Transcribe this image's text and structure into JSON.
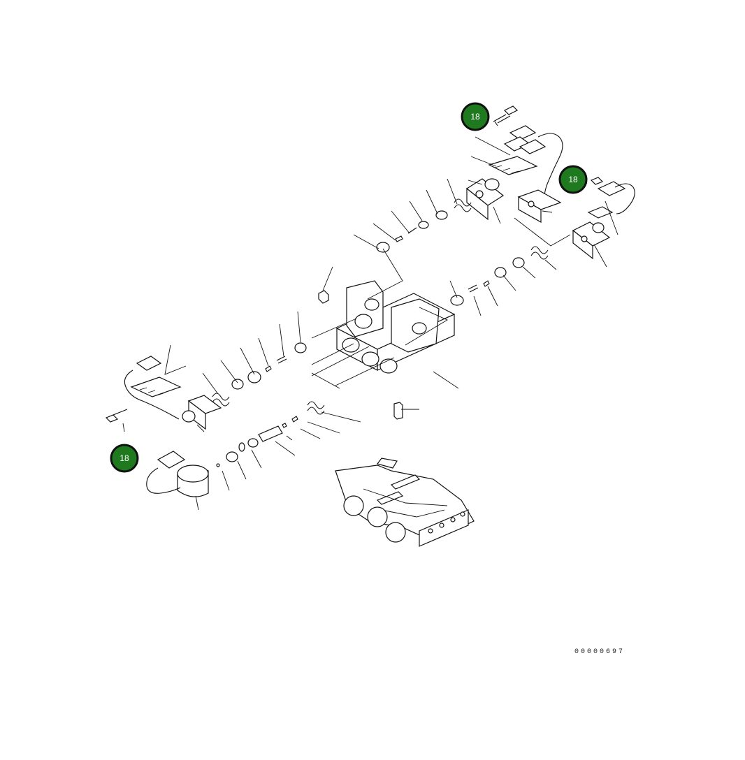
{
  "drawing": {
    "id": "00000697"
  },
  "callouts": [
    {
      "number": "18",
      "target": "solenoid-valve-upper-1"
    },
    {
      "number": "18",
      "target": "solenoid-valve-upper-2"
    },
    {
      "number": "18",
      "target": "solenoid-valve-lower"
    }
  ],
  "colors": {
    "callout_fill": "#1f7a1f",
    "callout_text": "#ffffff",
    "line": "#111111",
    "background": "#ffffff"
  }
}
